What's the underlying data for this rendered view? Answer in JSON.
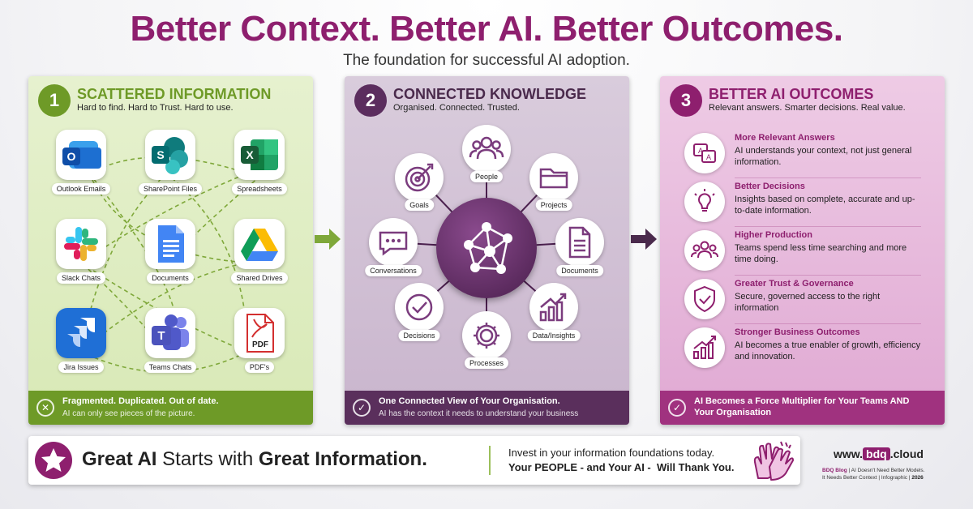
{
  "header": {
    "title": "Better Context. Better AI. Better Outcomes.",
    "subtitle": "The foundation for successful AI adoption."
  },
  "panel1": {
    "number": "1",
    "title": "SCATTERED INFORMATION",
    "subtitle": "Hard to find. Hard to Trust. Hard to use.",
    "tiles": [
      {
        "label": "Outlook Emails",
        "icon": "outlook-icon"
      },
      {
        "label": "SharePoint Files",
        "icon": "sharepoint-icon"
      },
      {
        "label": "Spreadsheets",
        "icon": "excel-icon"
      },
      {
        "label": "Slack Chats",
        "icon": "slack-icon"
      },
      {
        "label": "Documents",
        "icon": "google-docs-icon"
      },
      {
        "label": "Shared Drives",
        "icon": "google-drive-icon"
      },
      {
        "label": "Jira Issues",
        "icon": "jira-icon"
      },
      {
        "label": "Teams Chats",
        "icon": "teams-icon"
      },
      {
        "label": "PDF's",
        "icon": "pdf-icon"
      }
    ],
    "footer_bold": "Fragmented. Duplicated. Out of date.",
    "footer_text": "AI can only see pieces of the picture.",
    "color": "#6e9a27"
  },
  "panel2": {
    "number": "2",
    "title": "CONNECTED KNOWLEDGE",
    "subtitle": "Organised. Connected. Trusted.",
    "nodes": [
      {
        "label": "People",
        "icon": "people-icon"
      },
      {
        "label": "Projects",
        "icon": "folder-icon"
      },
      {
        "label": "Documents",
        "icon": "document-icon"
      },
      {
        "label": "Data/Insights",
        "icon": "chart-icon"
      },
      {
        "label": "Processes",
        "icon": "gear-icon"
      },
      {
        "label": "Decisions",
        "icon": "check-icon"
      },
      {
        "label": "Conversations",
        "icon": "chat-icon"
      },
      {
        "label": "Goals",
        "icon": "target-icon"
      }
    ],
    "footer_bold": "One Connected View of Your Organisation.",
    "footer_text": "AI has the context it needs to understand your business",
    "color": "#5a2f5c"
  },
  "panel3": {
    "number": "3",
    "title": "BETTER AI OUTCOMES",
    "subtitle": "Relevant answers. Smarter decisions. Real value.",
    "items": [
      {
        "title": "More Relevant Answers",
        "desc": "AI understands your context, not just general information.",
        "icon": "answers-icon"
      },
      {
        "title": "Better Decisions",
        "desc": "Insights based on complete, accurate and up-to-date information.",
        "icon": "lightbulb-icon"
      },
      {
        "title": "Higher Production",
        "desc": "Teams spend less time searching and more time doing.",
        "icon": "team-icon"
      },
      {
        "title": "Greater Trust & Governance",
        "desc": "Secure, governed access to the right information",
        "icon": "shield-icon"
      },
      {
        "title": "Stronger Business Outcomes",
        "desc": "AI becomes a true enabler of growth, efficiency and innovation.",
        "icon": "growth-chart-icon"
      }
    ],
    "footer_bold": "AI Becomes a Force Multiplier for Your Teams AND Your Organisation",
    "color": "#8e1f6e"
  },
  "banner": {
    "headline_part1": "Great AI",
    "headline_part2": " Starts with ",
    "headline_part3": "Great Information.",
    "line1": "Invest in your information foundations today.",
    "line2": "Your PEOPLE - and Your AI -  Will Thank You."
  },
  "brand": {
    "url_prefix": "www.",
    "url_brand": "bdq",
    "url_suffix": ".cloud",
    "caption_bold": "BDQ Blog",
    "caption_line1": " | AI Doesn't Need Better Models.",
    "caption_line2_a": "It Needs Better Context | Infographic | ",
    "caption_year": "2026"
  },
  "colors": {
    "brand": "#8e1f6e",
    "green": "#6e9a27",
    "purple": "#5a2f5c"
  }
}
